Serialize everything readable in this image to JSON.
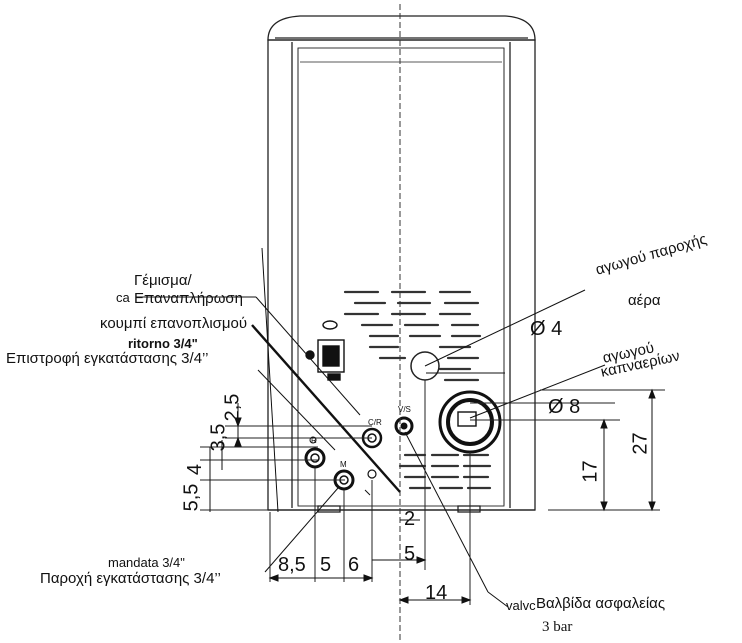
{
  "labels": {
    "gemisma": "Γέμισμα/",
    "epanaplirosi": "Επαναπλήρωση",
    "ca_fragment": "ca",
    "koumpi": "κουμπί επανοπλισμού",
    "ritorno": "ritorno 3/4\"",
    "epistrofi": "Επιστροφή εγκατάστασης 3/4’’",
    "mandata": "mandata 3/4\"",
    "paroxi": "Παροχή εγκατάστασης 3/4’’",
    "air_duct_1": "αγωγού παροχής",
    "air_duct_2": "αέρα",
    "flue_1": "αγωγού",
    "flue_2": "καπναερίων",
    "valve_fragment": "valvc",
    "valve": "Βαλβίδα ασφαλείας",
    "valve_pressure": "3 bar",
    "phi4": "Ø 4",
    "phi8": "Ø 8"
  },
  "small_marks": {
    "cr": "C/R",
    "vs": "V/S",
    "r": "R",
    "m": "M"
  },
  "dimensions": {
    "left_25": "2,5",
    "left_35": "3,5",
    "left_4": "4",
    "left_55": "5,5",
    "bottom_85": "8,5",
    "bottom_5a": "5",
    "bottom_6": "6",
    "bottom_2": "2",
    "bottom_5b": "5",
    "bottom_14": "14",
    "right_17": "17",
    "right_27": "27"
  }
}
